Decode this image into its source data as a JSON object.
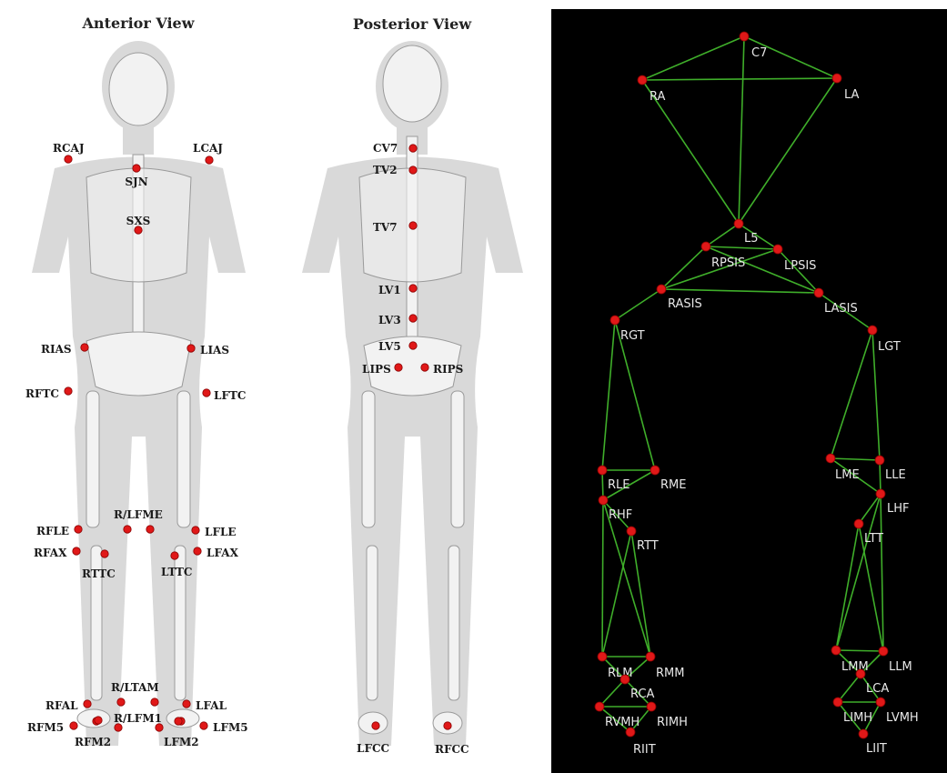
{
  "anatomy": {
    "anterior_title": "Anterior View",
    "posterior_title": "Posterior View",
    "anterior_markers": [
      {
        "id": "RCAJ",
        "label": "RCAJ"
      },
      {
        "id": "LCAJ",
        "label": "LCAJ"
      },
      {
        "id": "SJN",
        "label": "SJN"
      },
      {
        "id": "SXS",
        "label": "SXS"
      },
      {
        "id": "RIAS",
        "label": "RIAS"
      },
      {
        "id": "LIAS",
        "label": "LIAS"
      },
      {
        "id": "RFTC",
        "label": "RFTC"
      },
      {
        "id": "LFTC",
        "label": "LFTC"
      },
      {
        "id": "RLFME",
        "label": "R/LFME"
      },
      {
        "id": "RFLE",
        "label": "RFLE"
      },
      {
        "id": "LFLE",
        "label": "LFLE"
      },
      {
        "id": "RFAX",
        "label": "RFAX"
      },
      {
        "id": "LFAX",
        "label": "LFAX"
      },
      {
        "id": "RTTC",
        "label": "RTTC"
      },
      {
        "id": "LTTC",
        "label": "LTTC"
      },
      {
        "id": "RLTAM",
        "label": "R/LTAM"
      },
      {
        "id": "RFAL",
        "label": "RFAL"
      },
      {
        "id": "LFAL",
        "label": "LFAL"
      },
      {
        "id": "RLFM1",
        "label": "R/LFM1"
      },
      {
        "id": "RFM5",
        "label": "RFM5"
      },
      {
        "id": "LFM5",
        "label": "LFM5"
      },
      {
        "id": "RFM2",
        "label": "RFM2"
      },
      {
        "id": "LFM2",
        "label": "LFM2"
      }
    ],
    "posterior_markers": [
      {
        "id": "CV7",
        "label": "CV7"
      },
      {
        "id": "TV2",
        "label": "TV2"
      },
      {
        "id": "TV7",
        "label": "TV7"
      },
      {
        "id": "LV1",
        "label": "LV1"
      },
      {
        "id": "LV3",
        "label": "LV3"
      },
      {
        "id": "LV5",
        "label": "LV5"
      },
      {
        "id": "LIPS",
        "label": "LIPS"
      },
      {
        "id": "RIPS",
        "label": "RIPS"
      },
      {
        "id": "LFCC",
        "label": "LFCC"
      },
      {
        "id": "RFCC",
        "label": "RFCC"
      }
    ]
  },
  "mocap": {
    "markers": [
      {
        "id": "C7",
        "label": "C7"
      },
      {
        "id": "RA",
        "label": "RA"
      },
      {
        "id": "LA",
        "label": "LA"
      },
      {
        "id": "L5",
        "label": "L5"
      },
      {
        "id": "RPSIS",
        "label": "RPSIS"
      },
      {
        "id": "LPSIS",
        "label": "LPSIS"
      },
      {
        "id": "RASIS",
        "label": "RASIS"
      },
      {
        "id": "LASIS",
        "label": "LASIS"
      },
      {
        "id": "RGT",
        "label": "RGT"
      },
      {
        "id": "LGT",
        "label": "LGT"
      },
      {
        "id": "RLE",
        "label": "RLE"
      },
      {
        "id": "RME",
        "label": "RME"
      },
      {
        "id": "LME",
        "label": "LME"
      },
      {
        "id": "LLE",
        "label": "LLE"
      },
      {
        "id": "RHF",
        "label": "RHF"
      },
      {
        "id": "LHF",
        "label": "LHF"
      },
      {
        "id": "RTT",
        "label": "RTT"
      },
      {
        "id": "LTT",
        "label": "LTT"
      },
      {
        "id": "RLM",
        "label": "RLM"
      },
      {
        "id": "RMM",
        "label": "RMM"
      },
      {
        "id": "LMM",
        "label": "LMM"
      },
      {
        "id": "LLM",
        "label": "LLM"
      },
      {
        "id": "RCA",
        "label": "RCA"
      },
      {
        "id": "LCA",
        "label": "LCA"
      },
      {
        "id": "RVMH",
        "label": "RVMH"
      },
      {
        "id": "RIMH",
        "label": "RIMH"
      },
      {
        "id": "LIMH",
        "label": "LIMH"
      },
      {
        "id": "LVMH",
        "label": "LVMH"
      },
      {
        "id": "RIIT",
        "label": "RIIT"
      },
      {
        "id": "LIIT",
        "label": "LIIT"
      }
    ],
    "edges": [
      [
        "C7",
        "RA"
      ],
      [
        "C7",
        "LA"
      ],
      [
        "RA",
        "LA"
      ],
      [
        "C7",
        "L5"
      ],
      [
        "RA",
        "L5"
      ],
      [
        "LA",
        "L5"
      ],
      [
        "L5",
        "RPSIS"
      ],
      [
        "L5",
        "LPSIS"
      ],
      [
        "RPSIS",
        "LPSIS"
      ],
      [
        "RPSIS",
        "RASIS"
      ],
      [
        "RPSIS",
        "LASIS"
      ],
      [
        "LPSIS",
        "LASIS"
      ],
      [
        "LPSIS",
        "RASIS"
      ],
      [
        "RASIS",
        "LASIS"
      ],
      [
        "RASIS",
        "RGT"
      ],
      [
        "LASIS",
        "LGT"
      ],
      [
        "RGT",
        "RLE"
      ],
      [
        "RGT",
        "RME"
      ],
      [
        "RLE",
        "RME"
      ],
      [
        "LGT",
        "LME"
      ],
      [
        "LGT",
        "LLE"
      ],
      [
        "LME",
        "LLE"
      ],
      [
        "RLE",
        "RHF"
      ],
      [
        "RME",
        "RHF"
      ],
      [
        "LLE",
        "LHF"
      ],
      [
        "LME",
        "LHF"
      ],
      [
        "RHF",
        "RTT"
      ],
      [
        "LHF",
        "LTT"
      ],
      [
        "RHF",
        "RLM"
      ],
      [
        "RHF",
        "RMM"
      ],
      [
        "RTT",
        "RLM"
      ],
      [
        "RTT",
        "RMM"
      ],
      [
        "RLM",
        "RMM"
      ],
      [
        "LHF",
        "LLM"
      ],
      [
        "LHF",
        "LMM"
      ],
      [
        "LTT",
        "LMM"
      ],
      [
        "LTT",
        "LLM"
      ],
      [
        "LMM",
        "LLM"
      ],
      [
        "RLM",
        "RCA"
      ],
      [
        "RMM",
        "RCA"
      ],
      [
        "RCA",
        "RVMH"
      ],
      [
        "RCA",
        "RIMH"
      ],
      [
        "RVMH",
        "RIMH"
      ],
      [
        "RVMH",
        "RIIT"
      ],
      [
        "RIMH",
        "RIIT"
      ],
      [
        "LMM",
        "LCA"
      ],
      [
        "LLM",
        "LCA"
      ],
      [
        "LCA",
        "LIMH"
      ],
      [
        "LCA",
        "LVMH"
      ],
      [
        "LIMH",
        "LVMH"
      ],
      [
        "LIMH",
        "LIIT"
      ],
      [
        "LVMH",
        "LIIT"
      ]
    ]
  },
  "colors": {
    "marker": "#e01818",
    "edge": "#3fae2a",
    "label_dark": "#1a1a1a",
    "label_light": "#e8e8e8",
    "panel_dark": "#000000"
  }
}
